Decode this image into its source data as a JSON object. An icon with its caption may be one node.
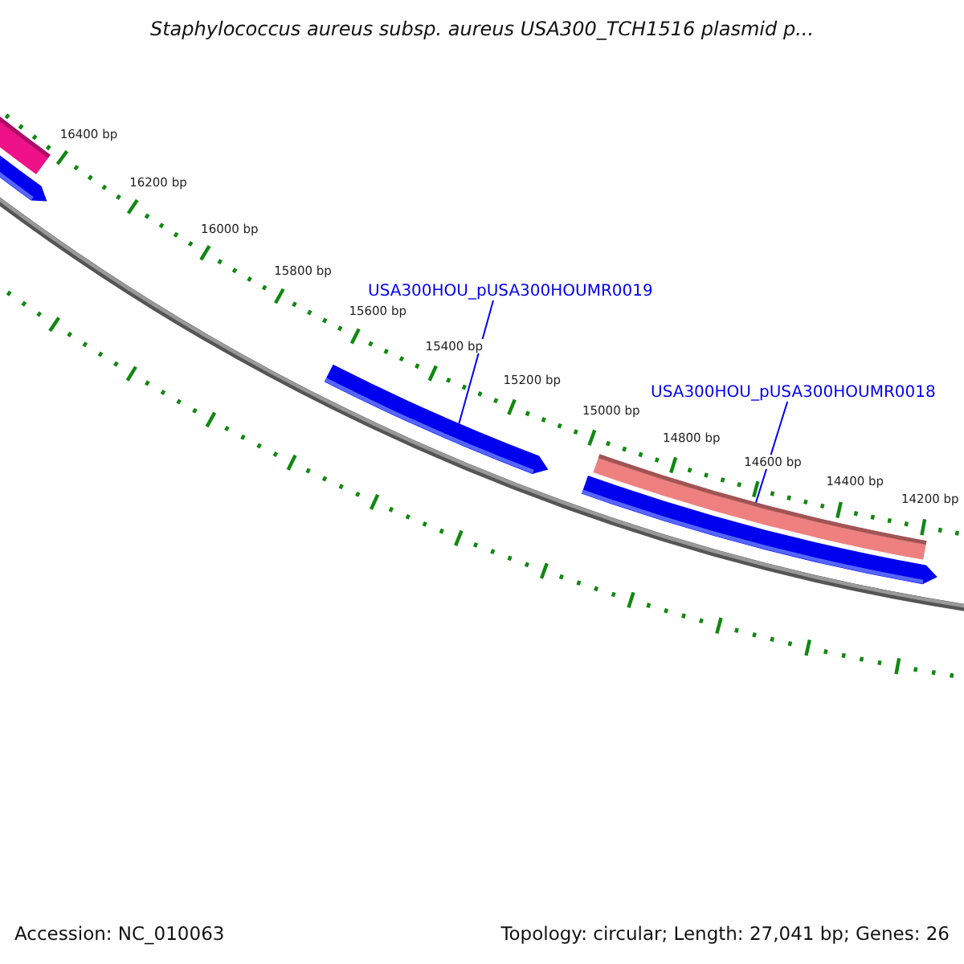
{
  "diagram": {
    "title": "Staphylococcus aureus subsp. aureus USA300_TCH1516 plasmid p...",
    "nodes": [
      {
        "text": [],
        "shape": "bar"
      },
      {
        "text": [],
        "shape": "bar"
      },
      {
        "text": [
          "USA300HOU_pUSA300HOUMR0019"
        ]
      },
      {
        "text": [],
        "shape": "bar"
      },
      {
        "text": [
          "USA300HOU_pUSA300HOUMR0018"
        ]
      },
      {
        "text": [],
        "shape": "bar"
      },
      {
        "text": [],
        "shape": "bar"
      }
    ],
    "edges": [
      {
        "from": 2,
        "to": 3,
        "arrow": "none"
      },
      {
        "from": 4,
        "to": 5,
        "arrow": "none"
      }
    ],
    "labels": [
      "16400 bp",
      "16200 bp",
      "16000 bp",
      "15800 bp",
      "15600 bp",
      "15400 bp",
      "15200 bp",
      "15000 bp",
      "14800 bp",
      "14600 bp",
      "14400 bp",
      "14200 bp",
      "Accession: NC_010063",
      "Topology: circular; Length: 27,041 bp; Genes: 26"
    ]
  }
}
